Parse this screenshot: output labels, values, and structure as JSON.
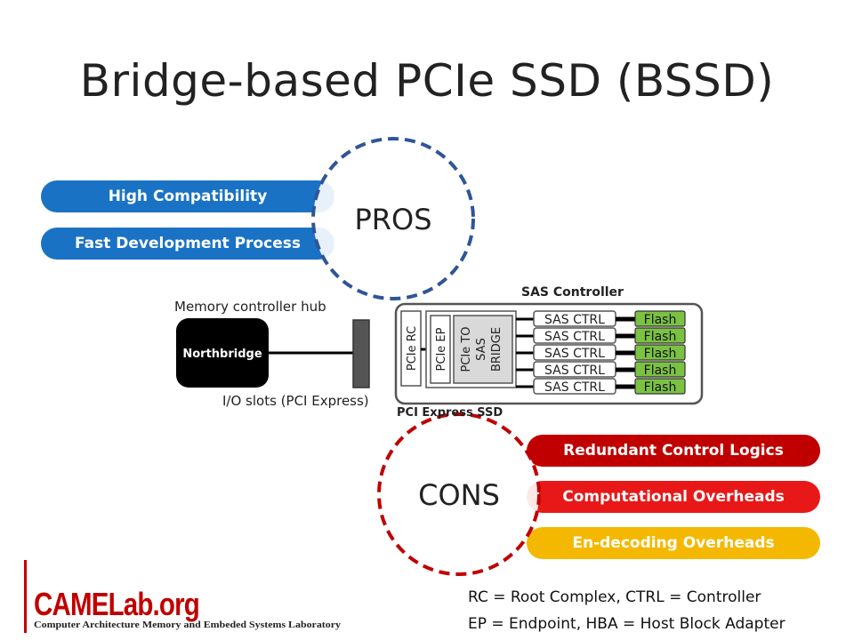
{
  "title": "Bridge-based PCIe SSD (BSSD)",
  "pros": {
    "label": "PROS",
    "items": [
      "High Compatibility",
      "Fast Development Process"
    ],
    "color": "#1a72c4"
  },
  "cons": {
    "label": "CONS",
    "items": [
      "Redundant Control Logics",
      "Computational Overheads",
      "En-decoding Overheads"
    ],
    "colors": [
      "#c00000",
      "#e81818",
      "#f5b800"
    ]
  },
  "diagram": {
    "mch_label": "Memory  controller hub",
    "northbridge_label": "Northbridge",
    "io_slots_label": "I/O slots (PCI Express)",
    "sas_controller_label": "SAS Controller",
    "pcie_ssd_label": "PCI Express SSD",
    "pcie_rc": "PCIe RC",
    "pcie_ep": "PCIe EP",
    "bridge": [
      "PCIe TO",
      "SAS",
      "BRIDGE"
    ],
    "sas_ctrl": [
      "SAS CTRL",
      "SAS CTRL",
      "SAS CTRL",
      "SAS CTRL",
      "SAS CTRL"
    ],
    "flash": [
      "Flash",
      "Flash",
      "Flash",
      "Flash",
      "Flash"
    ],
    "flash_color": "#7cc242"
  },
  "legend": {
    "line1": "RC = Root Complex, CTRL = Controller",
    "line2": "EP = Endpoint, HBA =  Host Block Adapter"
  },
  "logo": {
    "brand": "CAMELab.org",
    "subtitle": "Computer Architecture Memory and  Embeded Systems Laboratory"
  }
}
